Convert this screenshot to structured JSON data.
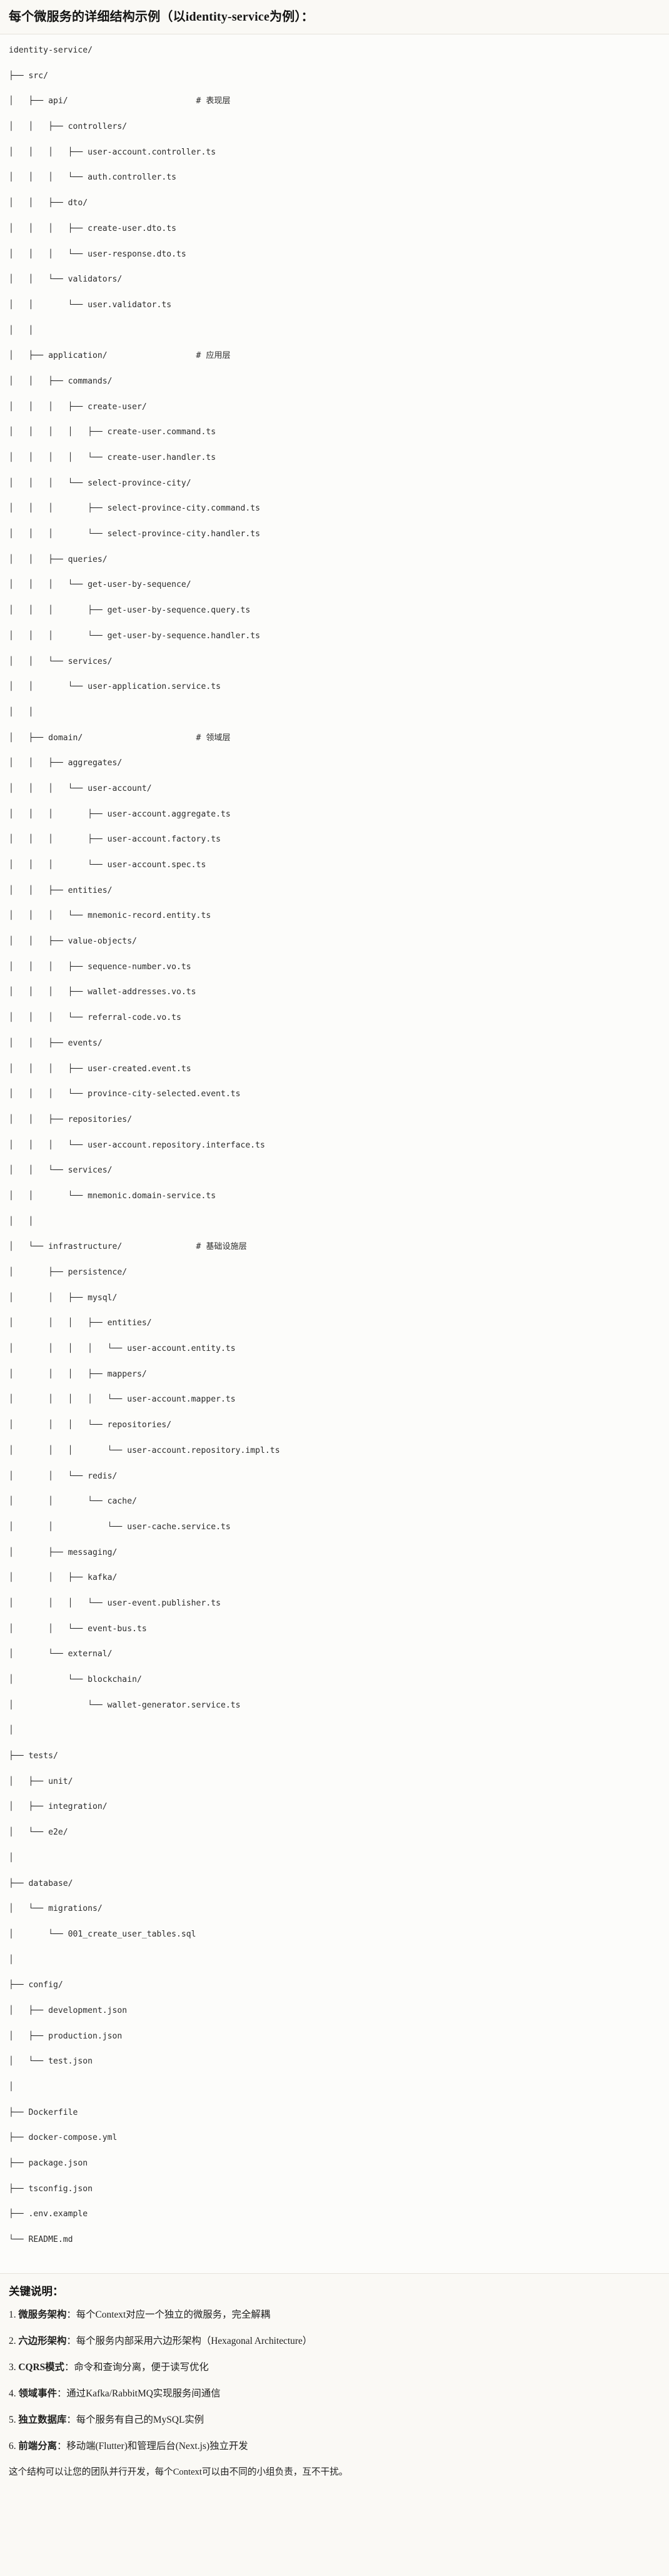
{
  "document": {
    "heading": "每个微服务的详细结构示例（以identity-service为例）："
  },
  "tree": {
    "lines": [
      "identity-service/",
      "├── src/",
      "│   ├── api/                          # 表现层",
      "│   │   ├── controllers/",
      "│   │   │   ├── user-account.controller.ts",
      "│   │   │   └── auth.controller.ts",
      "│   │   ├── dto/",
      "│   │   │   ├── create-user.dto.ts",
      "│   │   │   └── user-response.dto.ts",
      "│   │   └── validators/",
      "│   │       └── user.validator.ts",
      "│   │",
      "│   ├── application/                  # 应用层",
      "│   │   ├── commands/",
      "│   │   │   ├── create-user/",
      "│   │   │   │   ├── create-user.command.ts",
      "│   │   │   │   └── create-user.handler.ts",
      "│   │   │   └── select-province-city/",
      "│   │   │       ├── select-province-city.command.ts",
      "│   │   │       └── select-province-city.handler.ts",
      "│   │   ├── queries/",
      "│   │   │   └── get-user-by-sequence/",
      "│   │   │       ├── get-user-by-sequence.query.ts",
      "│   │   │       └── get-user-by-sequence.handler.ts",
      "│   │   └── services/",
      "│   │       └── user-application.service.ts",
      "│   │",
      "│   ├── domain/                       # 领域层",
      "│   │   ├── aggregates/",
      "│   │   │   └── user-account/",
      "│   │   │       ├── user-account.aggregate.ts",
      "│   │   │       ├── user-account.factory.ts",
      "│   │   │       └── user-account.spec.ts",
      "│   │   ├── entities/",
      "│   │   │   └── mnemonic-record.entity.ts",
      "│   │   ├── value-objects/",
      "│   │   │   ├── sequence-number.vo.ts",
      "│   │   │   ├── wallet-addresses.vo.ts",
      "│   │   │   └── referral-code.vo.ts",
      "│   │   ├── events/",
      "│   │   │   ├── user-created.event.ts",
      "│   │   │   └── province-city-selected.event.ts",
      "│   │   ├── repositories/",
      "│   │   │   └── user-account.repository.interface.ts",
      "│   │   └── services/",
      "│   │       └── mnemonic.domain-service.ts",
      "│   │",
      "│   └── infrastructure/               # 基础设施层",
      "│       ├── persistence/",
      "│       │   ├── mysql/",
      "│       │   │   ├── entities/",
      "│       │   │   │   └── user-account.entity.ts",
      "│       │   │   ├── mappers/",
      "│       │   │   │   └── user-account.mapper.ts",
      "│       │   │   └── repositories/",
      "│       │   │       └── user-account.repository.impl.ts",
      "│       │   └── redis/",
      "│       │       └── cache/",
      "│       │           └── user-cache.service.ts",
      "│       ├── messaging/",
      "│       │   ├── kafka/",
      "│       │   │   └── user-event.publisher.ts",
      "│       │   └── event-bus.ts",
      "│       └── external/",
      "│           └── blockchain/",
      "│               └── wallet-generator.service.ts",
      "│",
      "├── tests/",
      "│   ├── unit/",
      "│   ├── integration/",
      "│   └── e2e/",
      "│",
      "├── database/",
      "│   └── migrations/",
      "│       └── 001_create_user_tables.sql",
      "│",
      "├── config/",
      "│   ├── development.json",
      "│   ├── production.json",
      "│   └── test.json",
      "│",
      "├── Dockerfile",
      "├── docker-compose.yml",
      "├── package.json",
      "├── tsconfig.json",
      "├── .env.example",
      "└── README.md"
    ]
  },
  "notes": {
    "title": "关键说明：",
    "items": [
      {
        "index": "1.",
        "term": "微服务架构",
        "text": "：每个Context对应一个独立的微服务，完全解耦"
      },
      {
        "index": "2.",
        "term": "六边形架构",
        "text": "：每个服务内部采用六边形架构（Hexagonal Architecture）"
      },
      {
        "index": "3.",
        "term": "CQRS模式",
        "text": "：命令和查询分离，便于读写优化"
      },
      {
        "index": "4.",
        "term": "领域事件",
        "text": "：通过Kafka/RabbitMQ实现服务间通信"
      },
      {
        "index": "5.",
        "term": "独立数据库",
        "text": "：每个服务有自己的MySQL实例"
      },
      {
        "index": "6.",
        "term": "前端分离",
        "text": "：移动端(Flutter)和管理后台(Next.js)独立开发"
      }
    ],
    "closing": "这个结构可以让您的团队并行开发，每个Context可以由不同的小组负责，互不干扰。"
  },
  "colors": {
    "page_background": "#faf9f5",
    "code_background": "#fcfcfa",
    "text": "#1a1a19",
    "rule": "#e6e3db"
  }
}
